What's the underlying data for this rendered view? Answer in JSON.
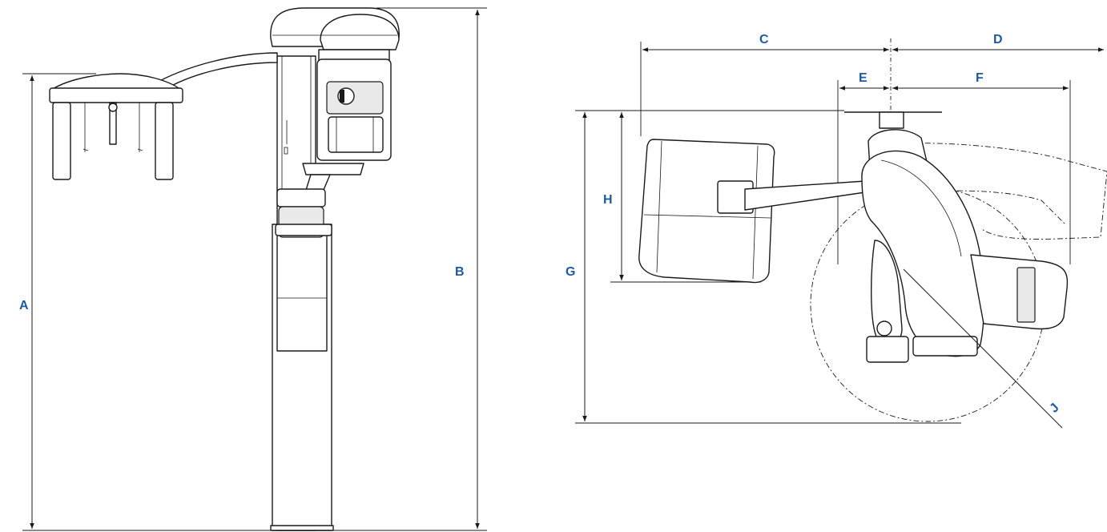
{
  "labels": {
    "a": "A",
    "b": "B",
    "c": "C",
    "d": "D",
    "e": "E",
    "f": "F",
    "g": "G",
    "h": "H",
    "j": "J"
  },
  "colors": {
    "label": "#1f5a9e",
    "line": "#1a1a1a"
  }
}
